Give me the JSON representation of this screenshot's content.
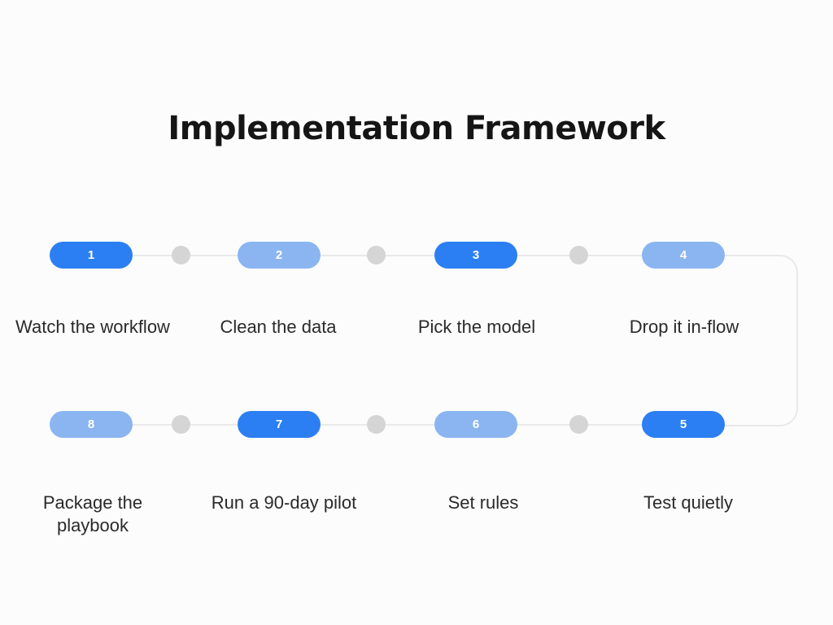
{
  "title": "Implementation Framework",
  "colors": {
    "background": "#fcfcfc",
    "pill_dark": "#2b7ff2",
    "pill_light": "#8ab5f0",
    "dot_gray": "#d5d5d5",
    "connector_gray": "#e9e9e9",
    "label_text": "#2a2a2a",
    "title_text": "#151515",
    "pill_number_text": "#ffffff"
  },
  "steps": [
    {
      "number": "1",
      "label": "Watch the workflow",
      "variant": "dark"
    },
    {
      "number": "2",
      "label": "Clean the data",
      "variant": "light"
    },
    {
      "number": "3",
      "label": "Pick the model",
      "variant": "dark"
    },
    {
      "number": "4",
      "label": "Drop it in-flow",
      "variant": "light"
    },
    {
      "number": "5",
      "label": "Test quietly",
      "variant": "dark"
    },
    {
      "number": "6",
      "label": "Set rules",
      "variant": "light"
    },
    {
      "number": "7",
      "label": "Run a 90-day pilot",
      "variant": "dark"
    },
    {
      "number": "8",
      "label": "Package the playbook",
      "variant": "light"
    }
  ]
}
